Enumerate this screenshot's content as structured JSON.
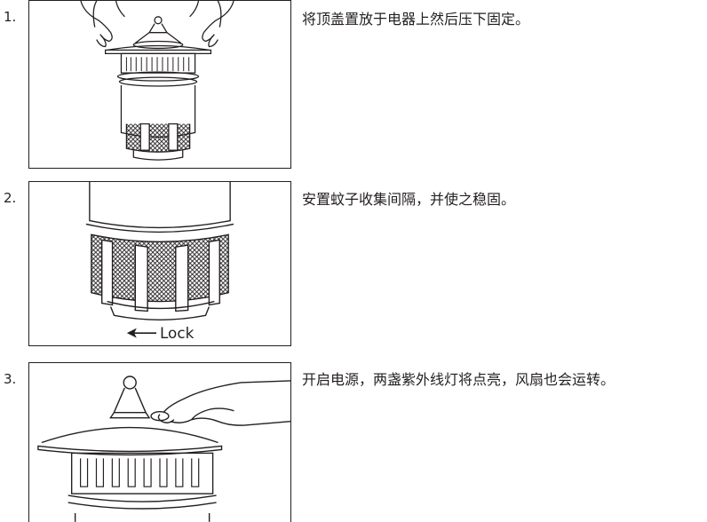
{
  "steps": [
    {
      "number": "1.",
      "text": "将顶盖置放于电器上然后压下固定。"
    },
    {
      "number": "2.",
      "text": "安置蚊子收集间隔，并使之稳固。",
      "lock_label": "Lock"
    },
    {
      "number": "3.",
      "text": "开启电源，两盏紫外线灯将点亮，风扇也会运转。"
    }
  ]
}
